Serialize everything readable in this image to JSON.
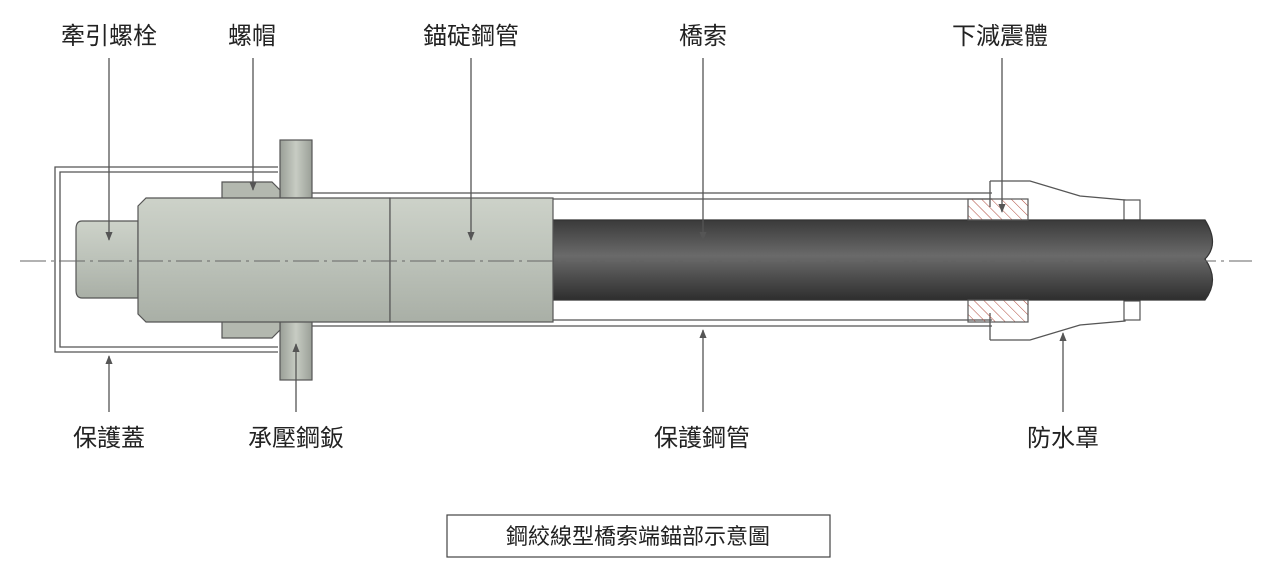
{
  "labels": {
    "traction_bolt": "牽引螺栓",
    "nut": "螺帽",
    "anchor_steel_tube": "錨碇鋼管",
    "bridge_cable": "橋索",
    "lower_damper": "下減震體",
    "protective_cap": "保護蓋",
    "bearing_steel_plate": "承壓鋼鈑",
    "protective_steel_tube": "保護鋼管",
    "waterproof_cover": "防水罩"
  },
  "caption": "鋼絞線型橋索端錨部示意圖",
  "colors": {
    "bolt_fill": "#b9bfb6",
    "anchor_fill": "#c7ccc3",
    "cable_fill": "#4f4f4f",
    "damper_hatch": "#b04a3c",
    "outline": "#555555"
  }
}
